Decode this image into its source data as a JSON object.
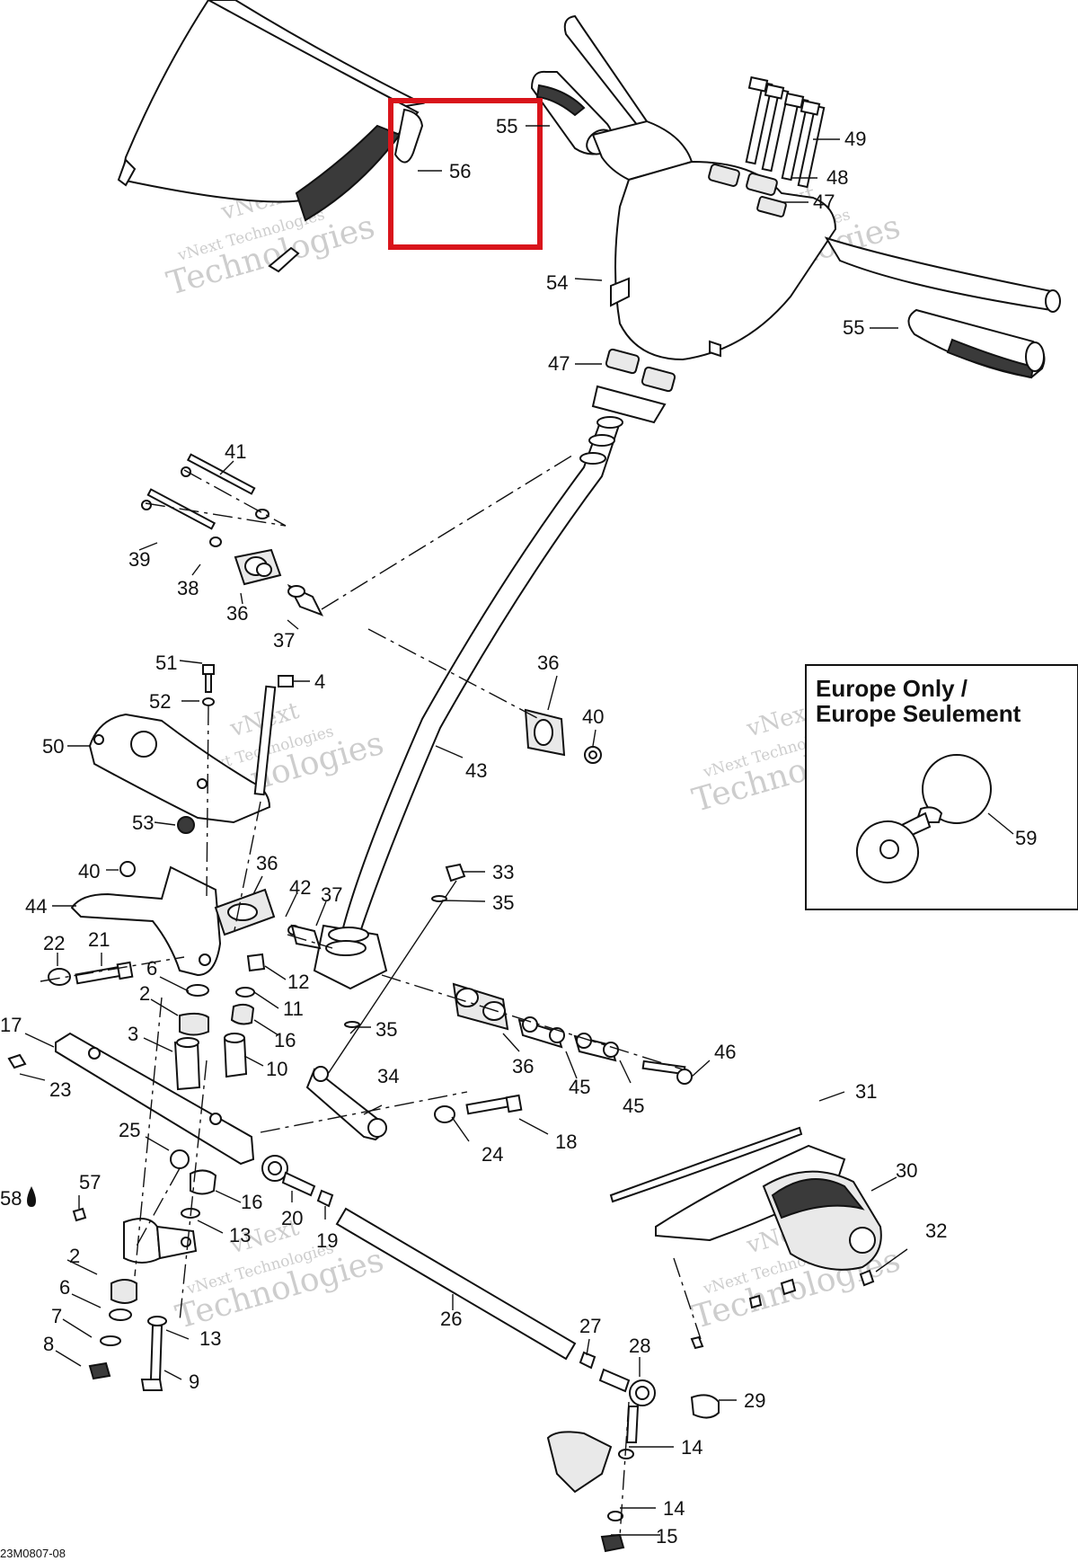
{
  "figure_ref": "23M0807-08",
  "watermark": {
    "line1": "vNext",
    "line2": "vNext Technologies",
    "line3": "Technologies"
  },
  "inset": {
    "title_line1": "Europe Only /",
    "title_line2": "Europe Seulement",
    "part_label": "59"
  },
  "highlight": {
    "part_label": "56",
    "color": "#d9141b"
  },
  "labels": {
    "l2a": "2",
    "l2b": "2",
    "l3": "3",
    "l4": "4",
    "l6a": "6",
    "l6b": "6",
    "l7": "7",
    "l8": "8",
    "l9": "9",
    "l10": "10",
    "l11": "11",
    "l12": "12",
    "l13a": "13",
    "l13b": "13",
    "l14a": "14",
    "l14b": "14",
    "l15": "15",
    "l16a": "16",
    "l16b": "16",
    "l17": "17",
    "l18": "18",
    "l19": "19",
    "l20": "20",
    "l21": "21",
    "l22": "22",
    "l23": "23",
    "l24": "24",
    "l25": "25",
    "l26": "26",
    "l27": "27",
    "l28": "28",
    "l29": "29",
    "l30": "30",
    "l31": "31",
    "l32": "32",
    "l33": "33",
    "l34": "34",
    "l35a": "35",
    "l35b": "35",
    "l36a": "36",
    "l36b": "36",
    "l36c": "36",
    "l36d": "36",
    "l37a": "37",
    "l37b": "37",
    "l38": "38",
    "l39": "39",
    "l40a": "40",
    "l40b": "40",
    "l41": "41",
    "l42": "42",
    "l43": "43",
    "l44": "44",
    "l45a": "45",
    "l45b": "45",
    "l46": "46",
    "l47a": "47",
    "l47b": "47",
    "l48": "48",
    "l49": "49",
    "l50": "50",
    "l51": "51",
    "l52": "52",
    "l53": "53",
    "l54": "54",
    "l55a": "55",
    "l55b": "55",
    "l57": "57",
    "l58": "58"
  }
}
